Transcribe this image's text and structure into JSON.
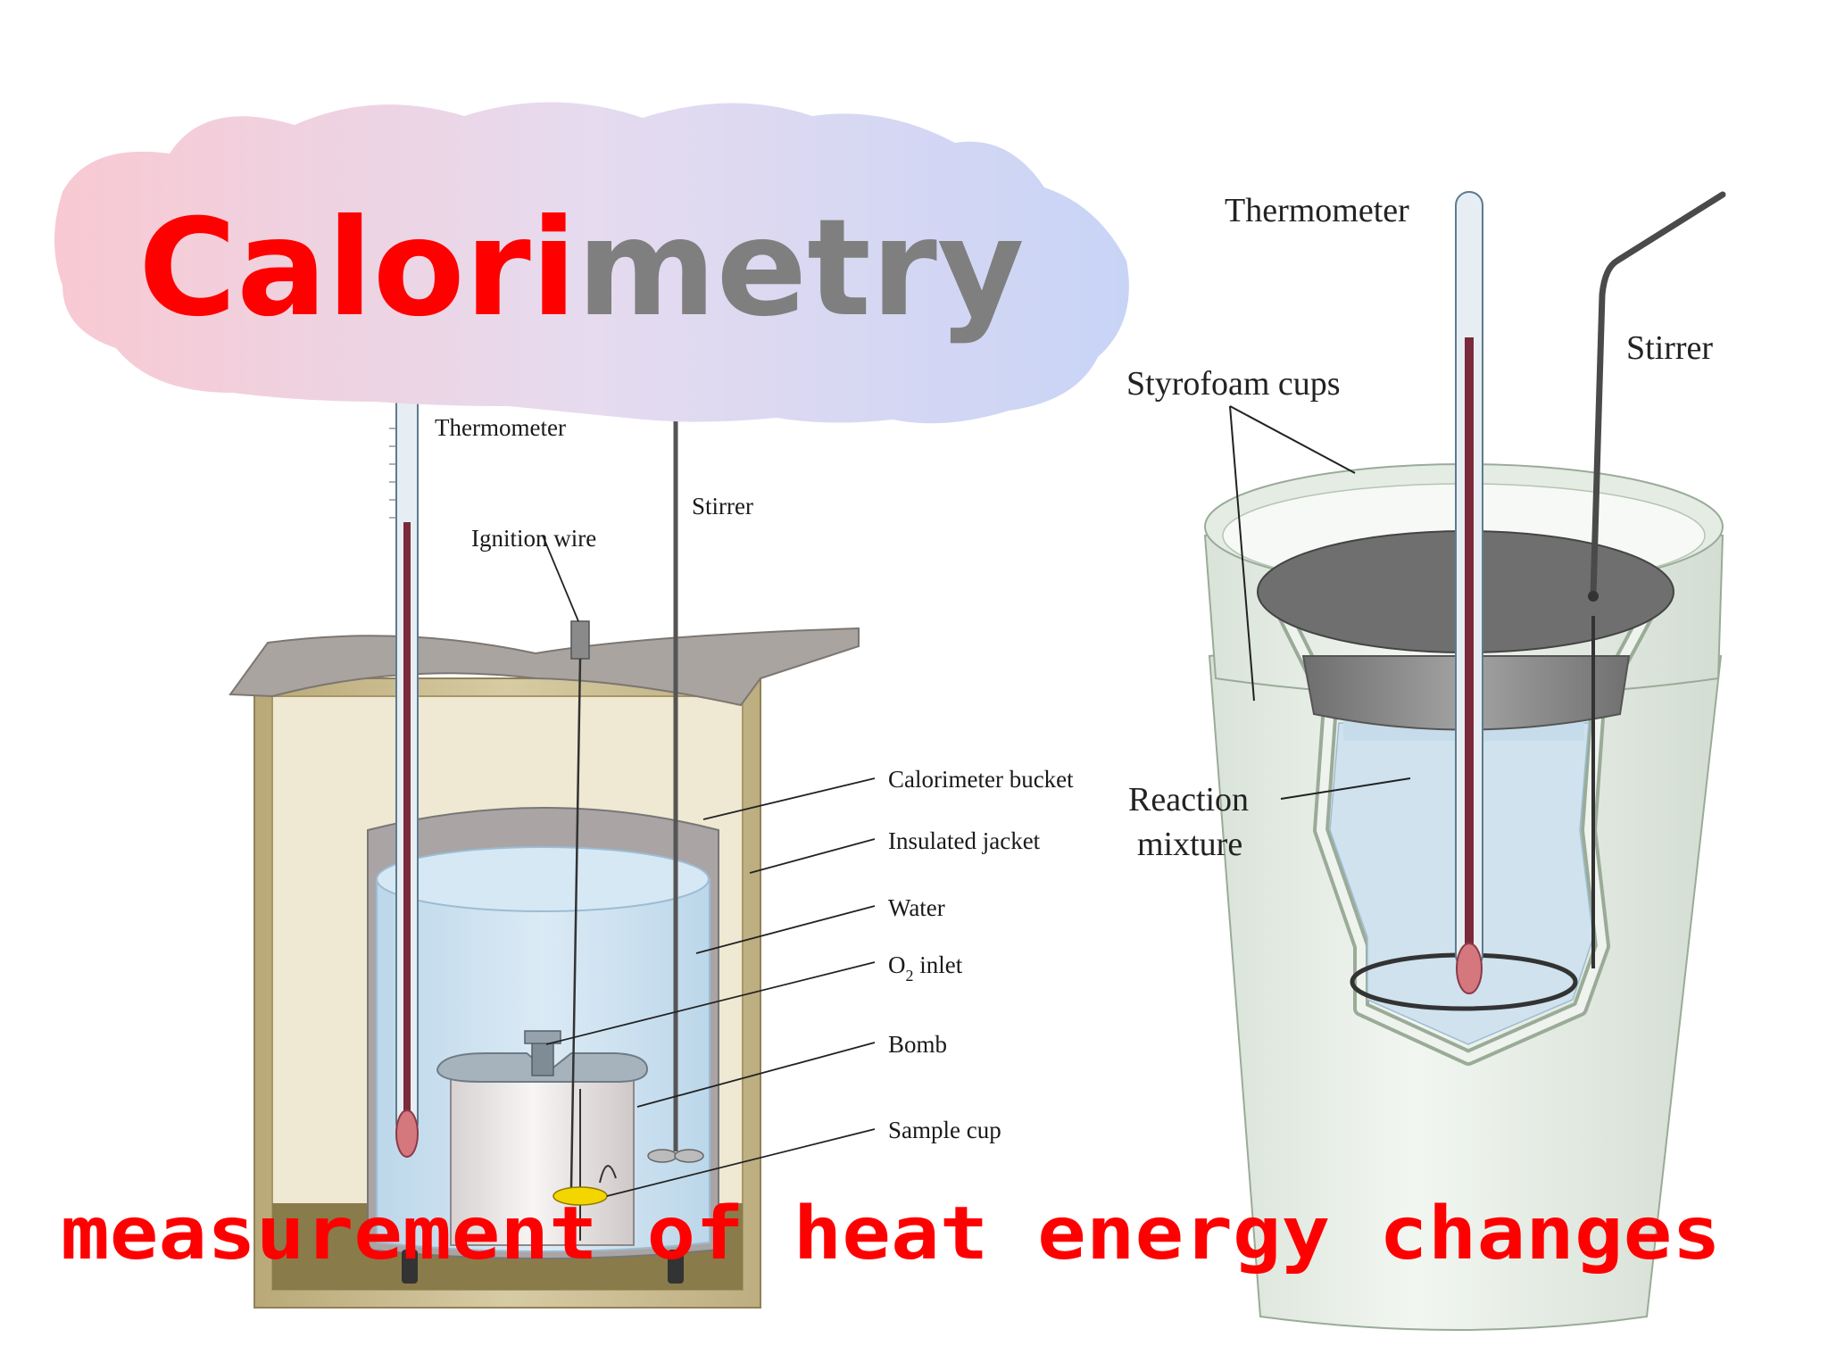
{
  "title": {
    "part1": "Calori",
    "part2": "metry"
  },
  "subtitle": "measurement of heat energy changes",
  "bomb_calorimeter": {
    "labels": {
      "thermometer": "Thermometer",
      "stirrer": "Stirrer",
      "ignition_wire": "Ignition wire",
      "calorimeter_bucket": "Calorimeter bucket",
      "insulated_jacket": "Insulated jacket",
      "water": "Water",
      "o2_inlet_main": "O",
      "o2_inlet_sub": "2",
      "o2_inlet_rest": " inlet",
      "bomb": "Bomb",
      "sample_cup": "Sample cup"
    }
  },
  "coffee_cup_calorimeter": {
    "labels": {
      "thermometer": "Thermometer",
      "stirrer": "Stirrer",
      "styrofoam_cups": "Styrofoam cups",
      "reaction_line1": "Reaction",
      "reaction_line2": "mixture"
    }
  },
  "colors": {
    "title_red": "#ff0000",
    "title_gray": "#7f7f7f",
    "cloud_left": "#f6cad5",
    "cloud_right": "#c9d3f5",
    "water": "#cfe4f1",
    "jacket": "#c8b98a",
    "lid": "#8a8a8a"
  }
}
